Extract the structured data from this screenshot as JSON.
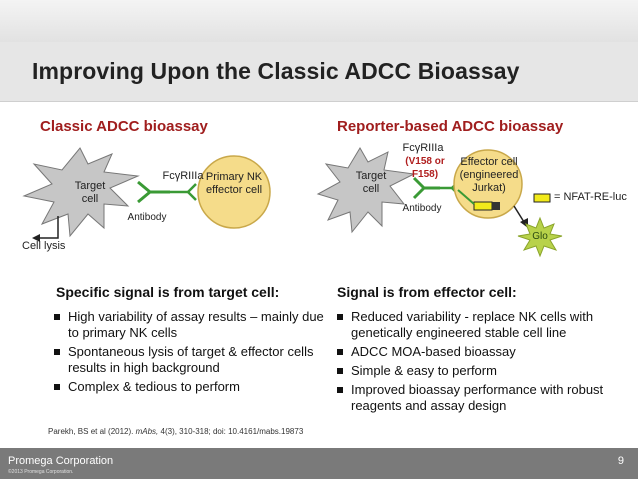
{
  "title": "Improving Upon the Classic ADCC Bioassay",
  "classic": {
    "heading": "Classic ADCC bioassay",
    "target_cell": "Target cell",
    "receptor": "FcγRIIIa",
    "antibody": "Antibody",
    "effector": "Primary NK effector cell",
    "cell_lysis": "Cell lysis",
    "card_heading": "Specific signal is from target cell:",
    "bullets": [
      "High variability of assay results – mainly due to primary NK cells",
      "Spontaneous lysis of target & effector cells results in high background",
      "Complex & tedious to perform"
    ]
  },
  "reporter": {
    "heading": "Reporter-based ADCC bioassay",
    "target_cell": "Target cell",
    "receptor": "FcγRIIIa",
    "receptor_variant": "(V158 or F158)",
    "antibody": "Antibody",
    "effector": "Effector cell (engineered Jurkat)",
    "legend": "= NFAT-RE-luc",
    "glo": "Glo",
    "card_heading": "Signal is from effector cell:",
    "bullets": [
      "Reduced variability - replace NK cells with genetically engineered stable cell line",
      "ADCC MOA-based bioassay",
      "Simple & easy to perform",
      "Improved bioassay performance with robust reagents and assay design"
    ]
  },
  "citation": {
    "authors": "Parekh, BS et al (2012). ",
    "journal": "mAbs,",
    "rest": " 4(3), 310-318;  doi: 10.4161/mabs.19873"
  },
  "footer": {
    "company": "Promega Corporation",
    "copyright": "©2013 Promega Corporation.",
    "page": "9"
  },
  "colors": {
    "heading_red": "#a01e1e",
    "target_cell_fill": "#c6c6c6",
    "effector_fill": "#f5dc8a",
    "receptor_green": "#3a9a35",
    "reporter_yellow": "#f2ea1a",
    "glo_green": "#b8d24a",
    "footer_gray": "#7a7a7a"
  }
}
